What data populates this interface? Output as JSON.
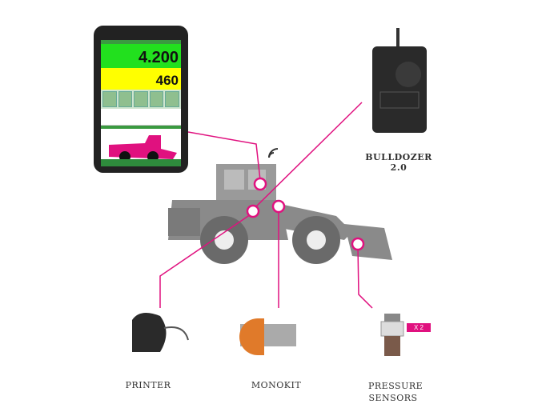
{
  "tablet": {
    "primary_value": "4.200",
    "secondary_value": "460"
  },
  "devices": {
    "controller": "BULLDOZER 2.0",
    "printer": "PRINTER",
    "monokit": "MONOKIT",
    "pressure_sensors": "PRESSURE SENSORS",
    "pressure_sensors_qty": "X 2"
  },
  "colors": {
    "accent": "#e0117f",
    "machine": "#8a8a8a"
  }
}
